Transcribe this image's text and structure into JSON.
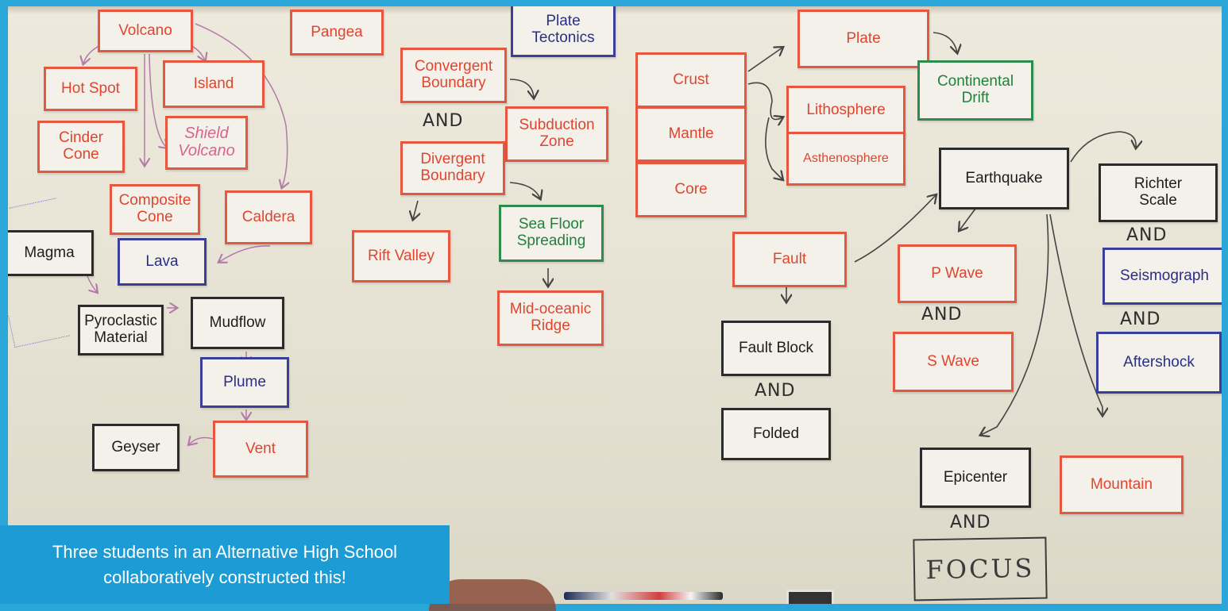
{
  "cards": {
    "volcano": "Volcano",
    "pangea": "Pangea",
    "plate_tectonics": "Plate\nTectonics",
    "hot_spot": "Hot Spot",
    "island": "Island",
    "cinder_cone": "Cinder\nCone",
    "shield_volcano": "Shield\nVolcano",
    "composite_cone": "Composite\nCone",
    "caldera": "Caldera",
    "magma": "Magma",
    "lava": "Lava",
    "pyroclastic": "Pyroclastic\nMaterial",
    "mudflow": "Mudflow",
    "plume": "Plume",
    "geyser": "Geyser",
    "vent": "Vent",
    "convergent": "Convergent\nBoundary",
    "subduction": "Subduction\nZone",
    "divergent": "Divergent\nBoundary",
    "rift_valley": "Rift Valley",
    "sea_floor": "Sea Floor\nSpreading",
    "mid_oceanic": "Mid-oceanic\nRidge",
    "crust": "Crust",
    "mantle": "Mantle",
    "core": "Core",
    "plate": "Plate",
    "continental_drift": "Continental\nDrift",
    "lithosphere": "Lithosphere",
    "asthenosphere": "Asthenosphere",
    "earthquake": "Earthquake",
    "richter": "Richter\nScale",
    "seismograph": "Seismograph",
    "aftershock": "Aftershock",
    "fault": "Fault",
    "fault_block": "Fault Block",
    "folded": "Folded",
    "p_wave": "P Wave",
    "s_wave": "S Wave",
    "epicenter": "Epicenter",
    "mountain": "Mountain"
  },
  "handwriting": {
    "and_boundaries": "AND",
    "and_waves": "AND",
    "and_richter": "AND",
    "and_seismo": "AND",
    "and_fault": "AND",
    "and_epicenter": "AND",
    "focus": "FOCUS"
  },
  "caption": "Three students in an Alternative High School collaboratively constructed this!",
  "colors": {
    "frame": "#2aa7d8",
    "caption_bg": "#1d9bd4",
    "card_red": "#e7563e",
    "card_black": "#2b2b2b",
    "card_blue": "#3a3f9a",
    "card_green": "#2d8b4d"
  }
}
